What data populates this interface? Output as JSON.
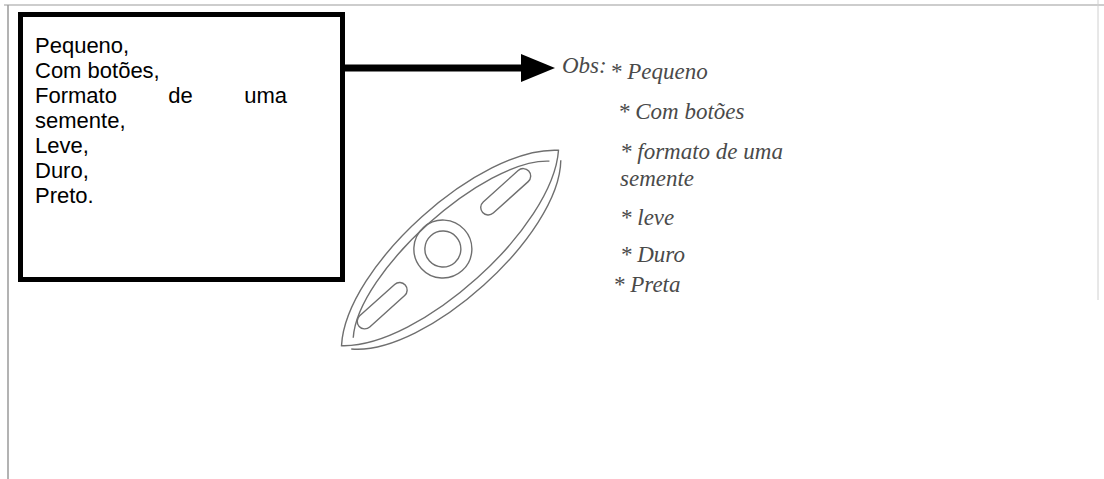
{
  "diagram": {
    "nodes": [
      {
        "text": [
          "Pequeno,",
          "Com botões,",
          "Formato de uma semente,",
          "Leve,",
          "Duro,",
          "Preto."
        ]
      }
    ],
    "labels": [
      "Obs:",
      "* Pequeno",
      "* Com botões",
      "* formato de uma semente",
      "* leve",
      "* Duro",
      "* Preta"
    ]
  }
}
